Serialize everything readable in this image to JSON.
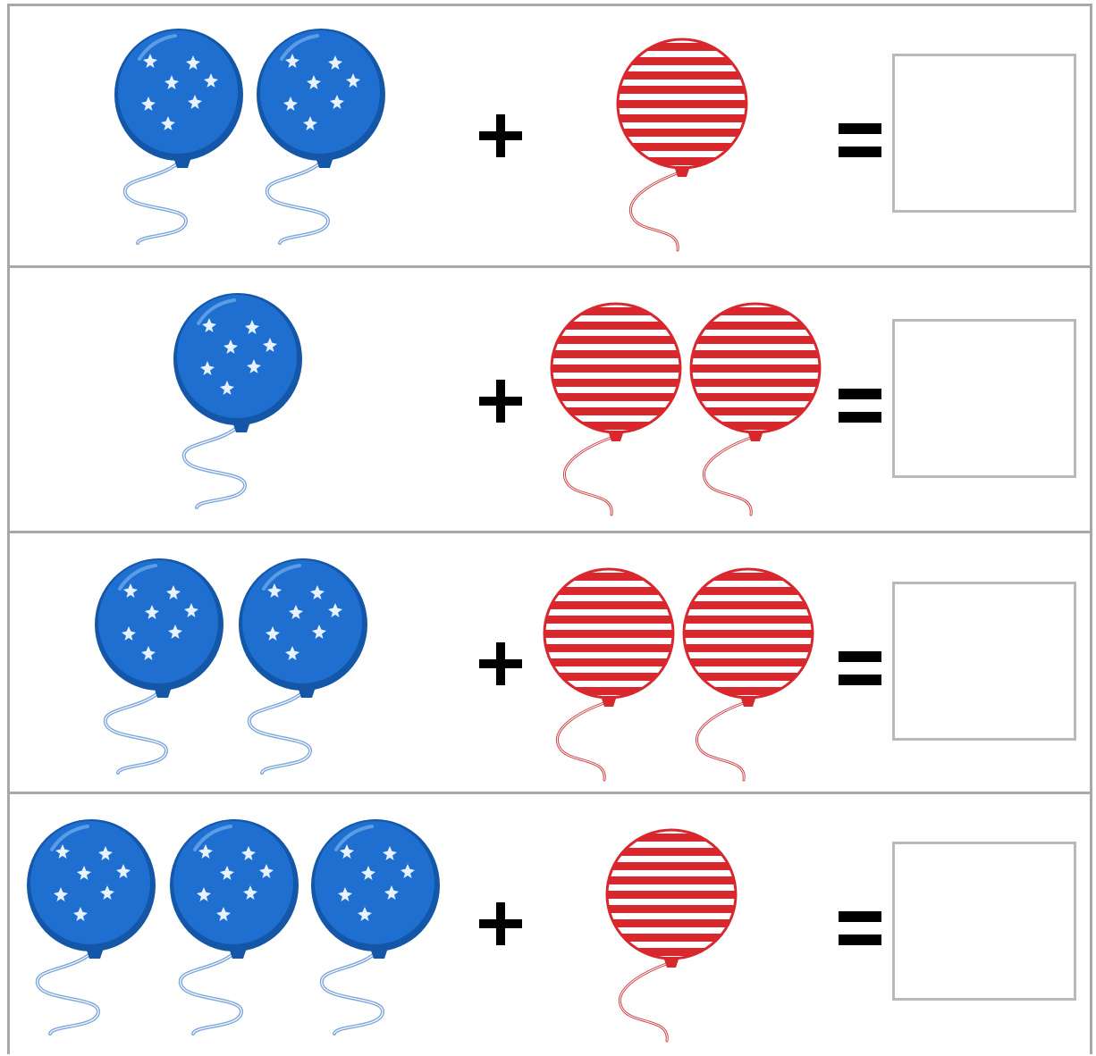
{
  "colors": {
    "blue_balloon": "#1e6fd0",
    "blue_balloon_dark": "#1457a8",
    "blue_string": "#7ea6dc",
    "red_stripe": "#d8282e",
    "red_string": "#d0464c",
    "divider": "#a8a8a8",
    "answer_box_border": "#b9b9b9",
    "operator": "#000000"
  },
  "icons": {
    "blue": "blue-dotted-balloon-icon",
    "red": "red-striped-balloon-icon",
    "plus": "plus-icon",
    "equals": "equals-icon"
  },
  "problems": [
    {
      "blue_count": 2,
      "red_count": 1,
      "answer": ""
    },
    {
      "blue_count": 1,
      "red_count": 2,
      "answer": ""
    },
    {
      "blue_count": 2,
      "red_count": 2,
      "answer": ""
    },
    {
      "blue_count": 3,
      "red_count": 1,
      "answer": ""
    }
  ]
}
